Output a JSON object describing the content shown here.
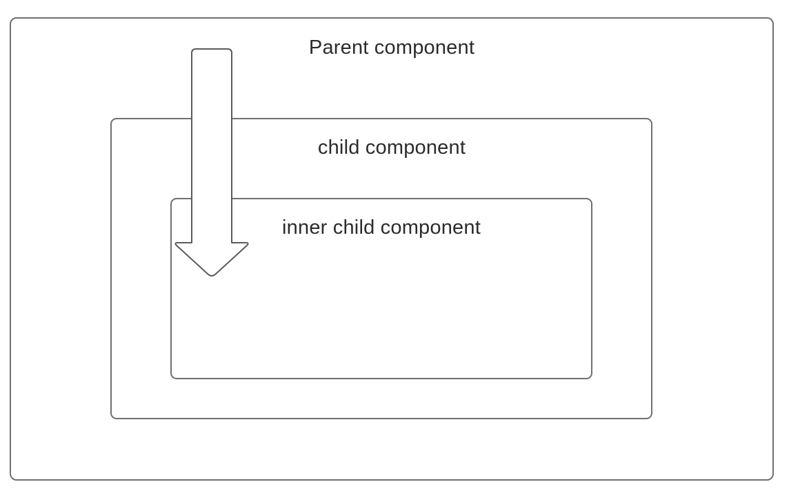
{
  "diagram": {
    "boxes": {
      "parent": {
        "label": "Parent component"
      },
      "child": {
        "label": "child component"
      },
      "inner": {
        "label": "inner child component"
      }
    },
    "colors": {
      "stroke": "#6f6f6f",
      "arrow_stroke": "#5a5a5a",
      "fill": "#ffffff",
      "text": "#2b2b2b"
    },
    "arrow": {
      "direction": "down"
    }
  }
}
